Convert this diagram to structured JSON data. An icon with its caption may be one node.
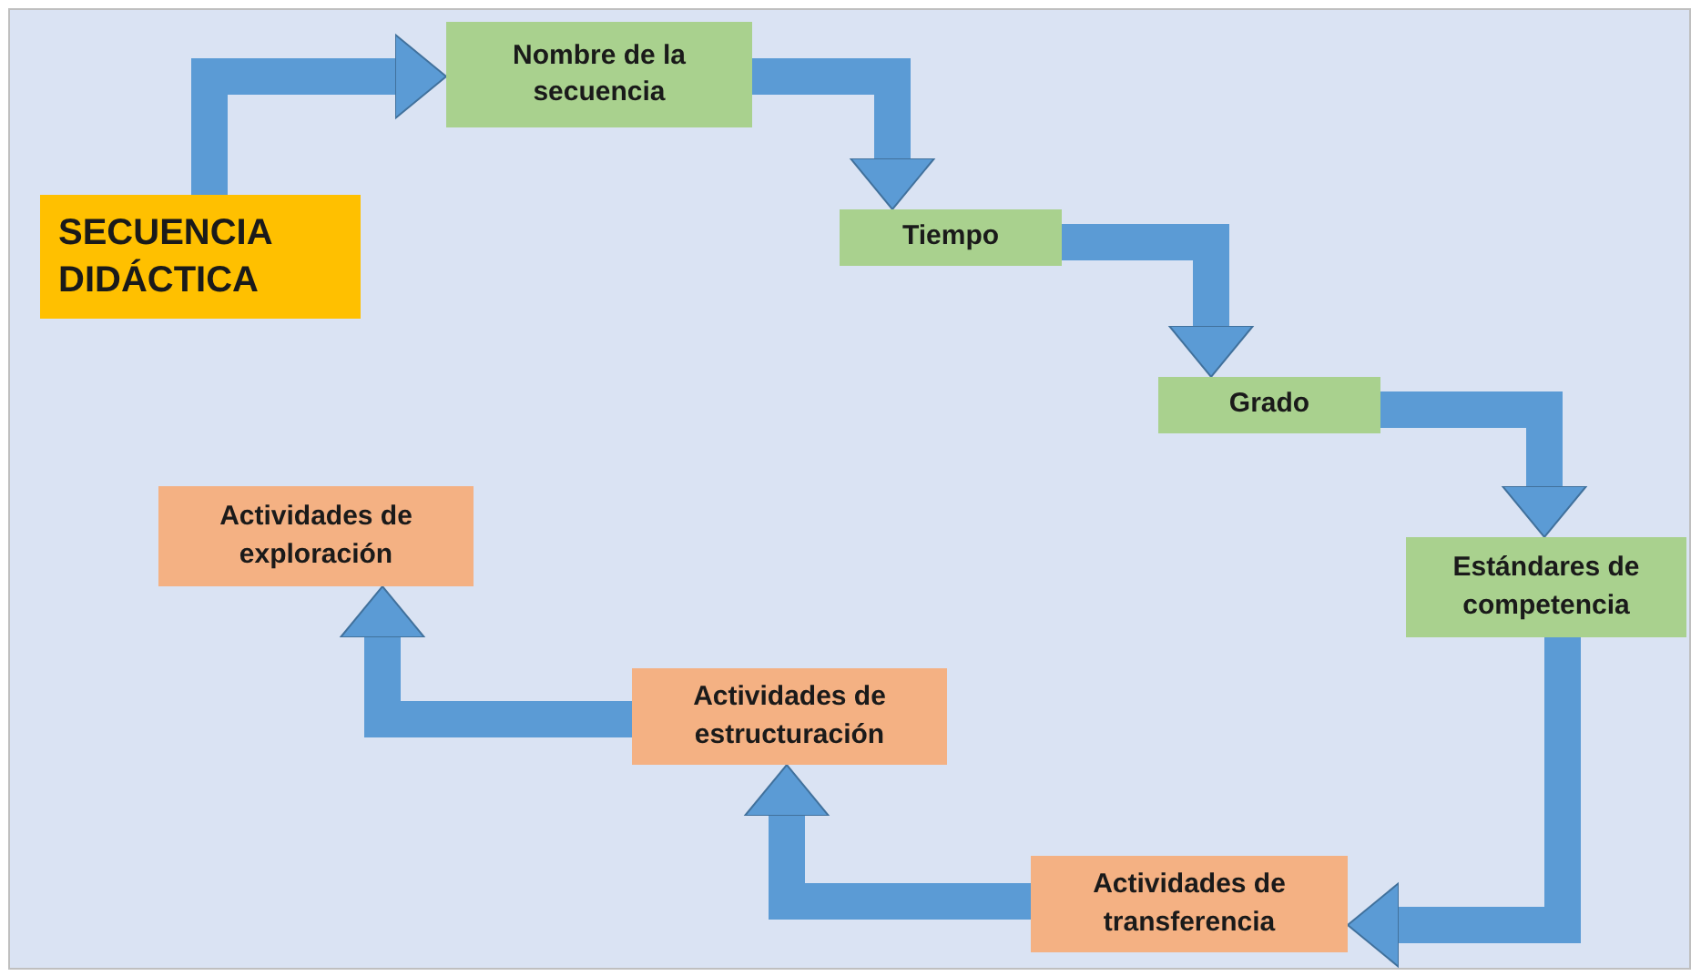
{
  "diagram": {
    "nodes": [
      {
        "text": [
          "SECUENCIA DIDÁCTICA"
        ]
      },
      {
        "text": [
          "Nombre de la secuencia"
        ]
      },
      {
        "text": [
          "Tiempo"
        ]
      },
      {
        "text": [
          "Grado"
        ]
      },
      {
        "text": [
          "Estándares de competencia"
        ]
      },
      {
        "text": [
          "Actividades de transferencia"
        ]
      },
      {
        "text": [
          "Actividades de estructuración"
        ]
      },
      {
        "text": [
          "Actividades de exploración"
        ]
      }
    ],
    "edges": [
      {
        "from": 0,
        "to": 1,
        "arrow": "to"
      },
      {
        "from": 1,
        "to": 2,
        "arrow": "to"
      },
      {
        "from": 2,
        "to": 3,
        "arrow": "to"
      },
      {
        "from": 3,
        "to": 4,
        "arrow": "to"
      },
      {
        "from": 4,
        "to": 5,
        "arrow": "to"
      },
      {
        "from": 5,
        "to": 6,
        "arrow": "to"
      },
      {
        "from": 6,
        "to": 7,
        "arrow": "to"
      }
    ]
  }
}
